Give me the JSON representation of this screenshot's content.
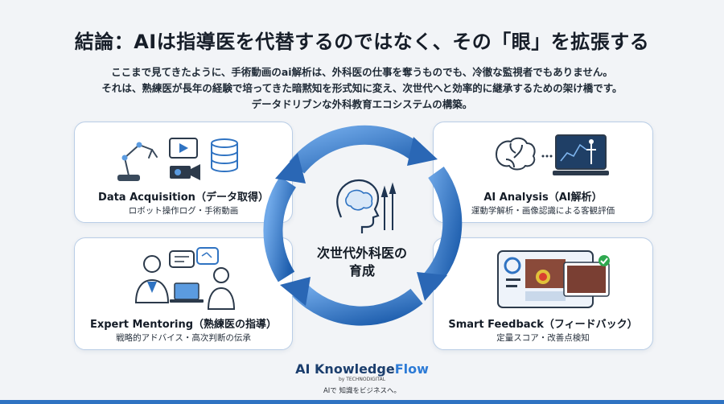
{
  "title": "結論：AIは指導医を代替するのではなく、その「眼」を拡張する",
  "intro": {
    "line1": "ここまで見てきたように、手術動画のai解析は、外科医の仕事を奪うものでも、冷徹な監視者でもありません。",
    "line2": "それは、熟練医が長年の経験で培ってきた暗黙知を形式知に変え、次世代へと効率的に継承するための架け橋です。",
    "line3": "データドリブンな外科教育エコシステムの構築。"
  },
  "cards": {
    "data_acquisition": {
      "title": "Data Acquisition（データ取得）",
      "subtitle": "ロボット操作ログ・手術動画"
    },
    "ai_analysis": {
      "title": "AI Analysis（AI解析）",
      "subtitle": "運動学解析・画像認識による客観評価"
    },
    "expert_mentoring": {
      "title": "Expert Mentoring（熟練医の指導）",
      "subtitle": "戦略的アドバイス・高次判断の伝承"
    },
    "smart_feedback": {
      "title": "Smart Feedback（フィードバック）",
      "subtitle": "定量スコア・改善点検知"
    }
  },
  "center": {
    "line1": "次世代外科医の",
    "line2": "育成"
  },
  "brand": {
    "name_main": "AI Knowledge",
    "name_accent": "Flow",
    "by": "by TECHNODIGITAL",
    "tagline": "AIで 知識をビジネスへ。"
  },
  "colors": {
    "accent": "#2f73c2",
    "accent_light": "#5b9be0",
    "card_border": "#b9cde6",
    "background": "#f2f4f7",
    "check": "#2fa84f"
  },
  "icons": [
    "robot-arm-icon",
    "video-play-icon",
    "camera-icon",
    "database-icon",
    "brain-icon",
    "monitor-chart-icon",
    "doctor-icon",
    "speech-bubble-icon",
    "tablet-dashboard-icon",
    "check-icon",
    "head-brain-icon",
    "scalpel-icon",
    "cycle-arrow-icon"
  ]
}
